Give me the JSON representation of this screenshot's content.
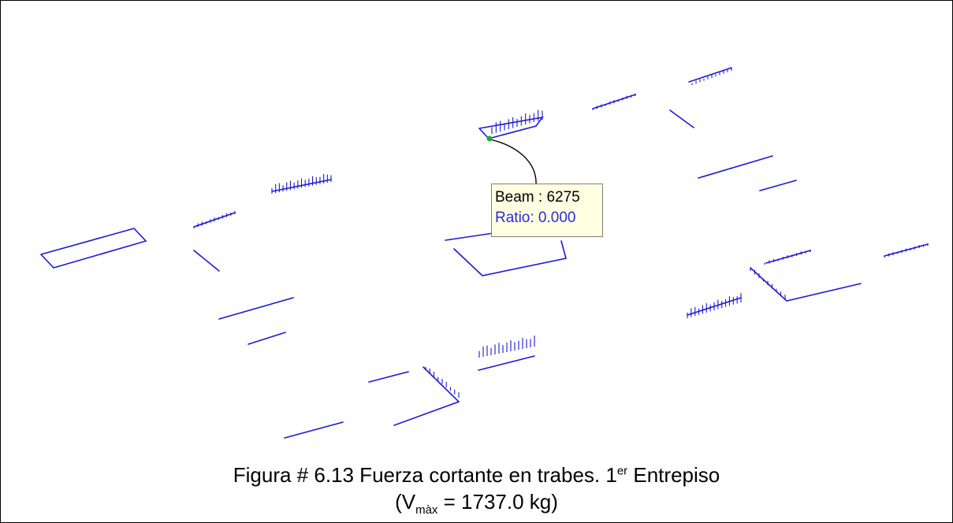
{
  "colors": {
    "beam": "#1a1ad6",
    "tooltip_bg": "#ffffe1",
    "tooltip_ratio_text": "#2b2bd9",
    "selected_node": "#22aa22"
  },
  "tooltip": {
    "beam_label": "Beam : 6275",
    "ratio_label": "Ratio: 0.000"
  },
  "caption": {
    "line1_prefix": "Figura # 6.13  Fuerza cortante en trabes. 1",
    "line1_sup": "er",
    "line1_suffix": " Entrepiso",
    "line2_open": "(V",
    "line2_sub": "màx",
    "line2_rest": " = 1737.0 kg)"
  }
}
